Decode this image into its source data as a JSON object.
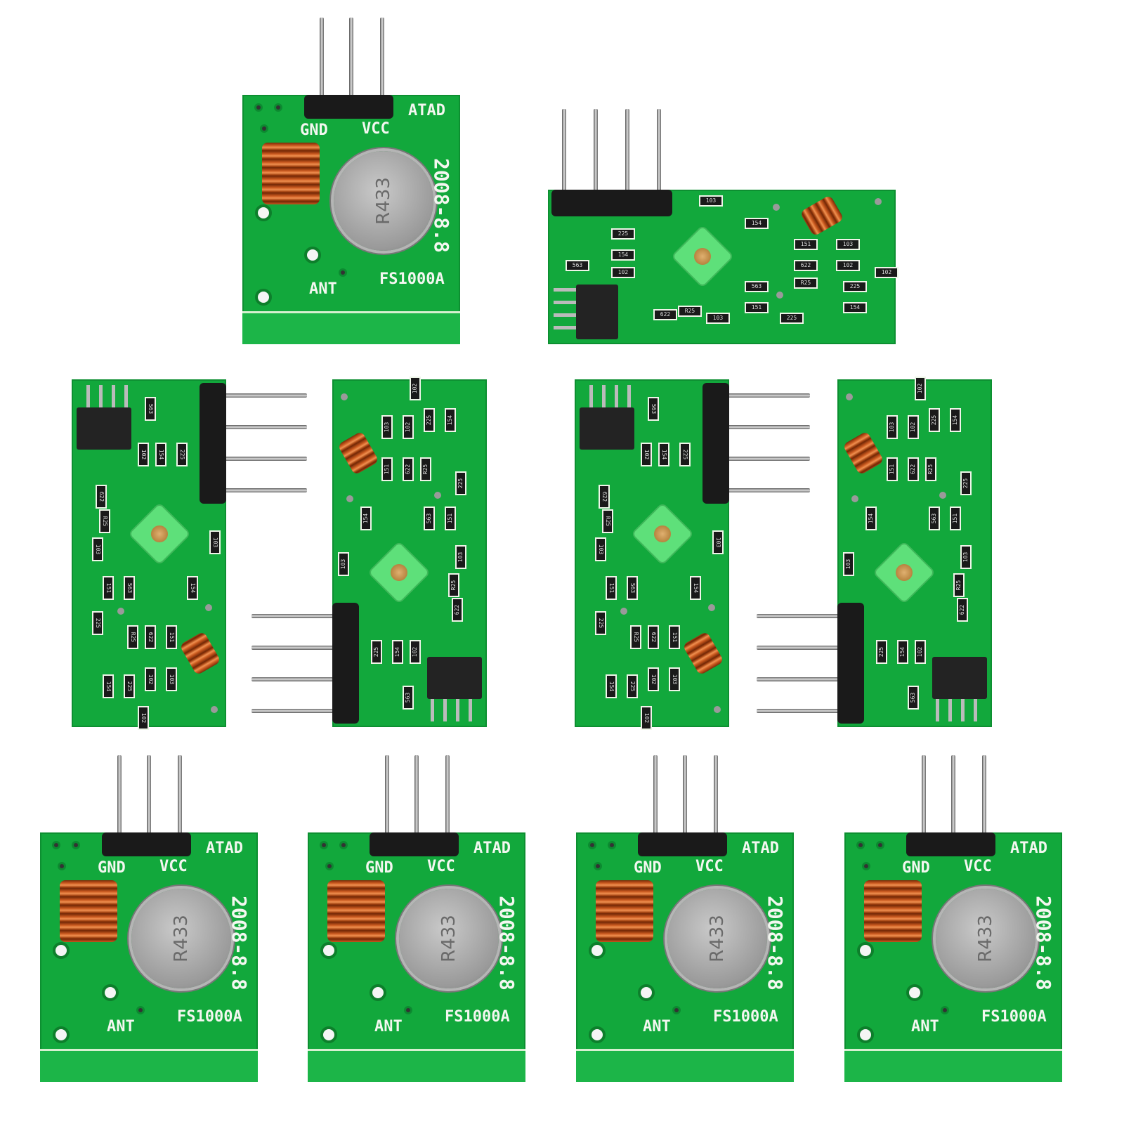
{
  "background_color": "#ffffff",
  "pcb_color": "#12a83c",
  "transmitter": {
    "data_label": "ATAD",
    "gnd_label": "GND",
    "vcc_label": "VCC",
    "date_label": "2008-8.8",
    "crystal_label": "R433",
    "model_label": "FS1000A",
    "ant_label": "ANT",
    "count": 5
  },
  "receiver": {
    "smd_codes": [
      "103",
      "225",
      "154",
      "102",
      "563",
      "151",
      "622",
      "R25"
    ],
    "count": 5
  }
}
